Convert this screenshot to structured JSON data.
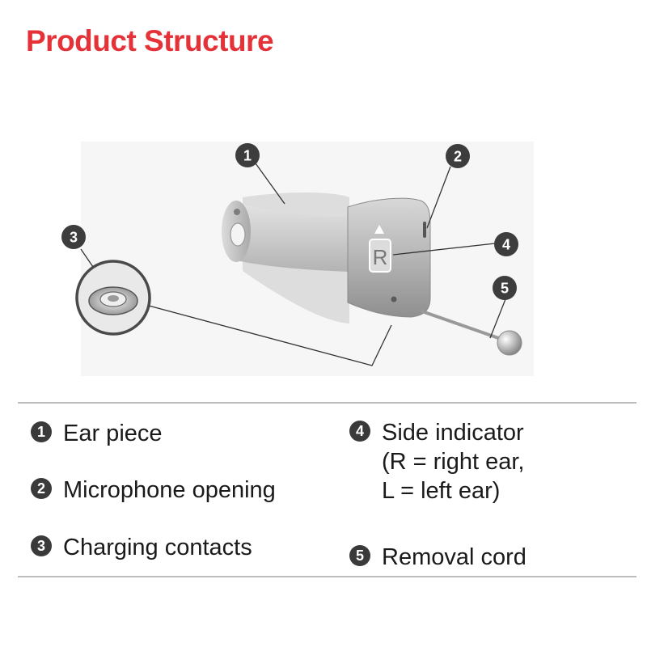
{
  "title": "Product Structure",
  "diagram": {
    "device_side_letter": "R",
    "callouts": [
      {
        "number": "1"
      },
      {
        "number": "2"
      },
      {
        "number": "3"
      },
      {
        "number": "4"
      },
      {
        "number": "5"
      }
    ]
  },
  "legend": {
    "items": [
      {
        "number": "1",
        "label": "Ear piece"
      },
      {
        "number": "2",
        "label": "Microphone opening"
      },
      {
        "number": "3",
        "label": "Charging contacts"
      },
      {
        "number": "4",
        "label": "Side indicator",
        "label_line2": "(R = right ear,",
        "label_line3": "L = left ear)"
      },
      {
        "number": "5",
        "label": "Removal cord"
      }
    ]
  }
}
